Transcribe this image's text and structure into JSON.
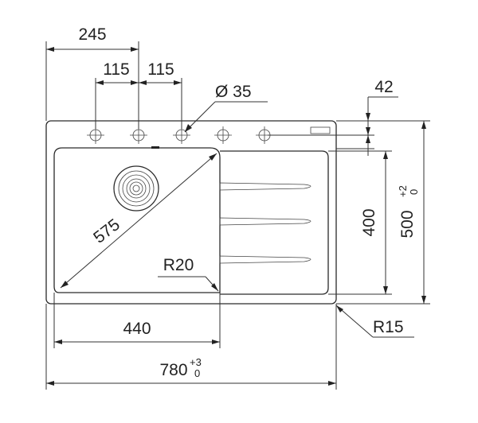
{
  "dimensions": {
    "tap_offset": "245",
    "hole_spacing_left": "115",
    "hole_spacing_right": "115",
    "hole_diameter": "Ø 35",
    "hole_edge_offset": "42",
    "bowl_diagonal": "575",
    "corner_radius_bowl": "R20",
    "bowl_depth_dim": "400",
    "overall_depth": "500",
    "overall_depth_tol_upper": "+2",
    "overall_depth_tol_lower": "0",
    "bowl_width": "440",
    "overall_width": "780",
    "overall_width_tol_upper": "+3",
    "overall_width_tol_lower": "0",
    "corner_radius_outer": "R15"
  }
}
